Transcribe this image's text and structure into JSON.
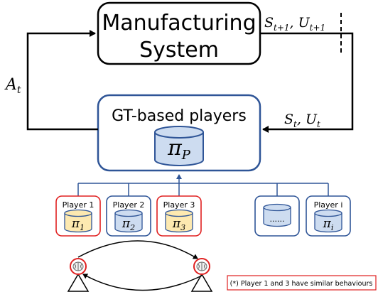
{
  "system": {
    "line1": "Manufacturing",
    "line2": "System"
  },
  "players_box": {
    "title": "GT-based players",
    "policy": "π",
    "policy_sub": "P"
  },
  "signals": {
    "action": "A",
    "action_sub": "t",
    "next_state": "S",
    "next_state_sub": "t+1",
    "next_util": "U",
    "next_util_sub": "t+1",
    "state": "S",
    "state_sub": "t",
    "util": "U",
    "util_sub": "t"
  },
  "players": [
    {
      "label": "Player 1",
      "policy": "π",
      "sub": "1",
      "highlight": true,
      "cyl_fill": "#fde9b0"
    },
    {
      "label": "Player 2",
      "policy": "π",
      "sub": "2",
      "highlight": false,
      "cyl_fill": "#cddcf0"
    },
    {
      "label": "Player 3",
      "policy": "π",
      "sub": "3",
      "highlight": true,
      "cyl_fill": "#fde9b0"
    },
    {
      "label": "",
      "policy": "......",
      "sub": "",
      "highlight": false,
      "cyl_fill": "#cddcf0"
    },
    {
      "label": "Player i",
      "policy": "π",
      "sub": "i",
      "highlight": false,
      "cyl_fill": "#cddcf0"
    }
  ],
  "note": "(*) Player 1 and 3 have similar behaviours",
  "colors": {
    "blue": "#2f5597",
    "red": "#e02020",
    "gold_fill": "#fde9b0",
    "blue_fill": "#cddcf0"
  }
}
